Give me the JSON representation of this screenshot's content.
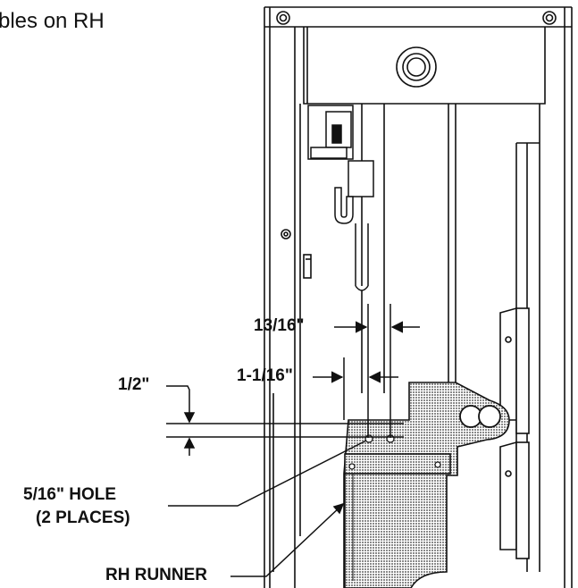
{
  "heading_fragment": "bles on RH",
  "dimensions": {
    "d1": "13/16\"",
    "d2": "1-1/16\"",
    "d3": "1/2\""
  },
  "callouts": {
    "hole_line1": "5/16\" HOLE",
    "hole_line2": "(2 PLACES)",
    "runner": "RH RUNNER"
  },
  "colors": {
    "line": "#111111",
    "hatch": "#8a8a8a",
    "background": "#ffffff"
  }
}
